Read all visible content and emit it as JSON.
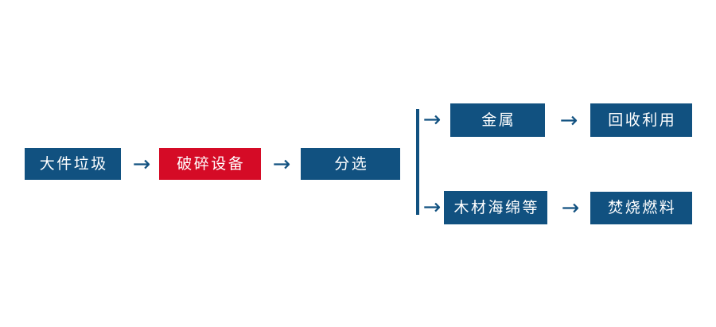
{
  "diagram": {
    "title": "",
    "type": "process-flow",
    "colors": {
      "primary_blue": "#115180",
      "highlight_red": "#d50b26",
      "text": "#ffffff",
      "background": "#ffffff"
    },
    "nodes": {
      "bulky_waste": "大件垃圾",
      "crusher_equipment": "破碎设备",
      "sorting": "分选",
      "metal": "金属",
      "recycling_reuse": "回收利用",
      "wood_sponge_etc": "木材海绵等",
      "incineration_fuel": "焚烧燃料"
    },
    "arrows": {
      "glyph": "→",
      "branch_glyph": "→"
    }
  }
}
